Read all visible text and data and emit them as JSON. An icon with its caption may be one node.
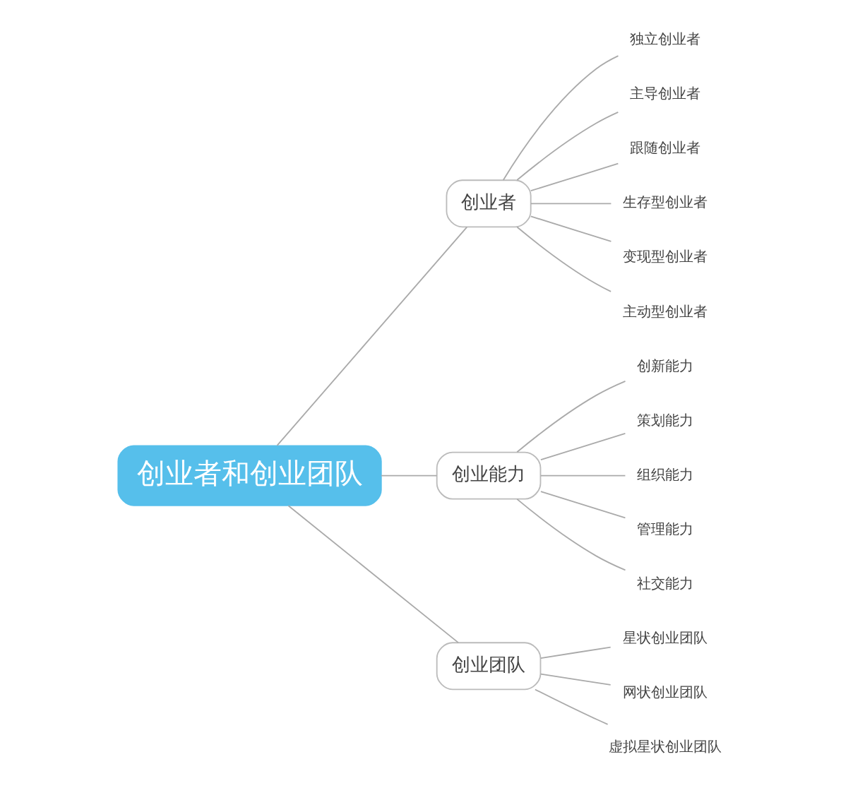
{
  "diagram": {
    "nodes": [
      {
        "text": [
          "创业者和创业团队"
        ]
      },
      {
        "text": [
          "创业者"
        ]
      },
      {
        "text": [
          "独立创业者"
        ]
      },
      {
        "text": [
          "主导创业者"
        ]
      },
      {
        "text": [
          "跟随创业者"
        ]
      },
      {
        "text": [
          "生存型创业者"
        ]
      },
      {
        "text": [
          "变现型创业者"
        ]
      },
      {
        "text": [
          "主动型创业者"
        ]
      },
      {
        "text": [
          "创业能力"
        ]
      },
      {
        "text": [
          "创新能力"
        ]
      },
      {
        "text": [
          "策划能力"
        ]
      },
      {
        "text": [
          "组织能力"
        ]
      },
      {
        "text": [
          "管理能力"
        ]
      },
      {
        "text": [
          "社交能力"
        ]
      },
      {
        "text": [
          "创业团队"
        ]
      },
      {
        "text": [
          "星状创业团队"
        ]
      },
      {
        "text": [
          "网状创业团队"
        ]
      },
      {
        "text": [
          "虚拟星状创业团队"
        ]
      }
    ],
    "edges": [
      {
        "from": 0,
        "to": 1,
        "arrow": "none"
      },
      {
        "from": 1,
        "to": 2,
        "arrow": "none"
      },
      {
        "from": 1,
        "to": 3,
        "arrow": "none"
      },
      {
        "from": 1,
        "to": 4,
        "arrow": "none"
      },
      {
        "from": 1,
        "to": 5,
        "arrow": "none"
      },
      {
        "from": 1,
        "to": 6,
        "arrow": "none"
      },
      {
        "from": 1,
        "to": 7,
        "arrow": "none"
      },
      {
        "from": 0,
        "to": 8,
        "arrow": "none"
      },
      {
        "from": 8,
        "to": 9,
        "arrow": "none"
      },
      {
        "from": 8,
        "to": 10,
        "arrow": "none"
      },
      {
        "from": 8,
        "to": 11,
        "arrow": "none"
      },
      {
        "from": 8,
        "to": 12,
        "arrow": "none"
      },
      {
        "from": 8,
        "to": 13,
        "arrow": "none"
      },
      {
        "from": 0,
        "to": 14,
        "arrow": "none"
      },
      {
        "from": 14,
        "to": 15,
        "arrow": "none"
      },
      {
        "from": 14,
        "to": 16,
        "arrow": "none"
      },
      {
        "from": 14,
        "to": 17,
        "arrow": "none"
      }
    ]
  }
}
